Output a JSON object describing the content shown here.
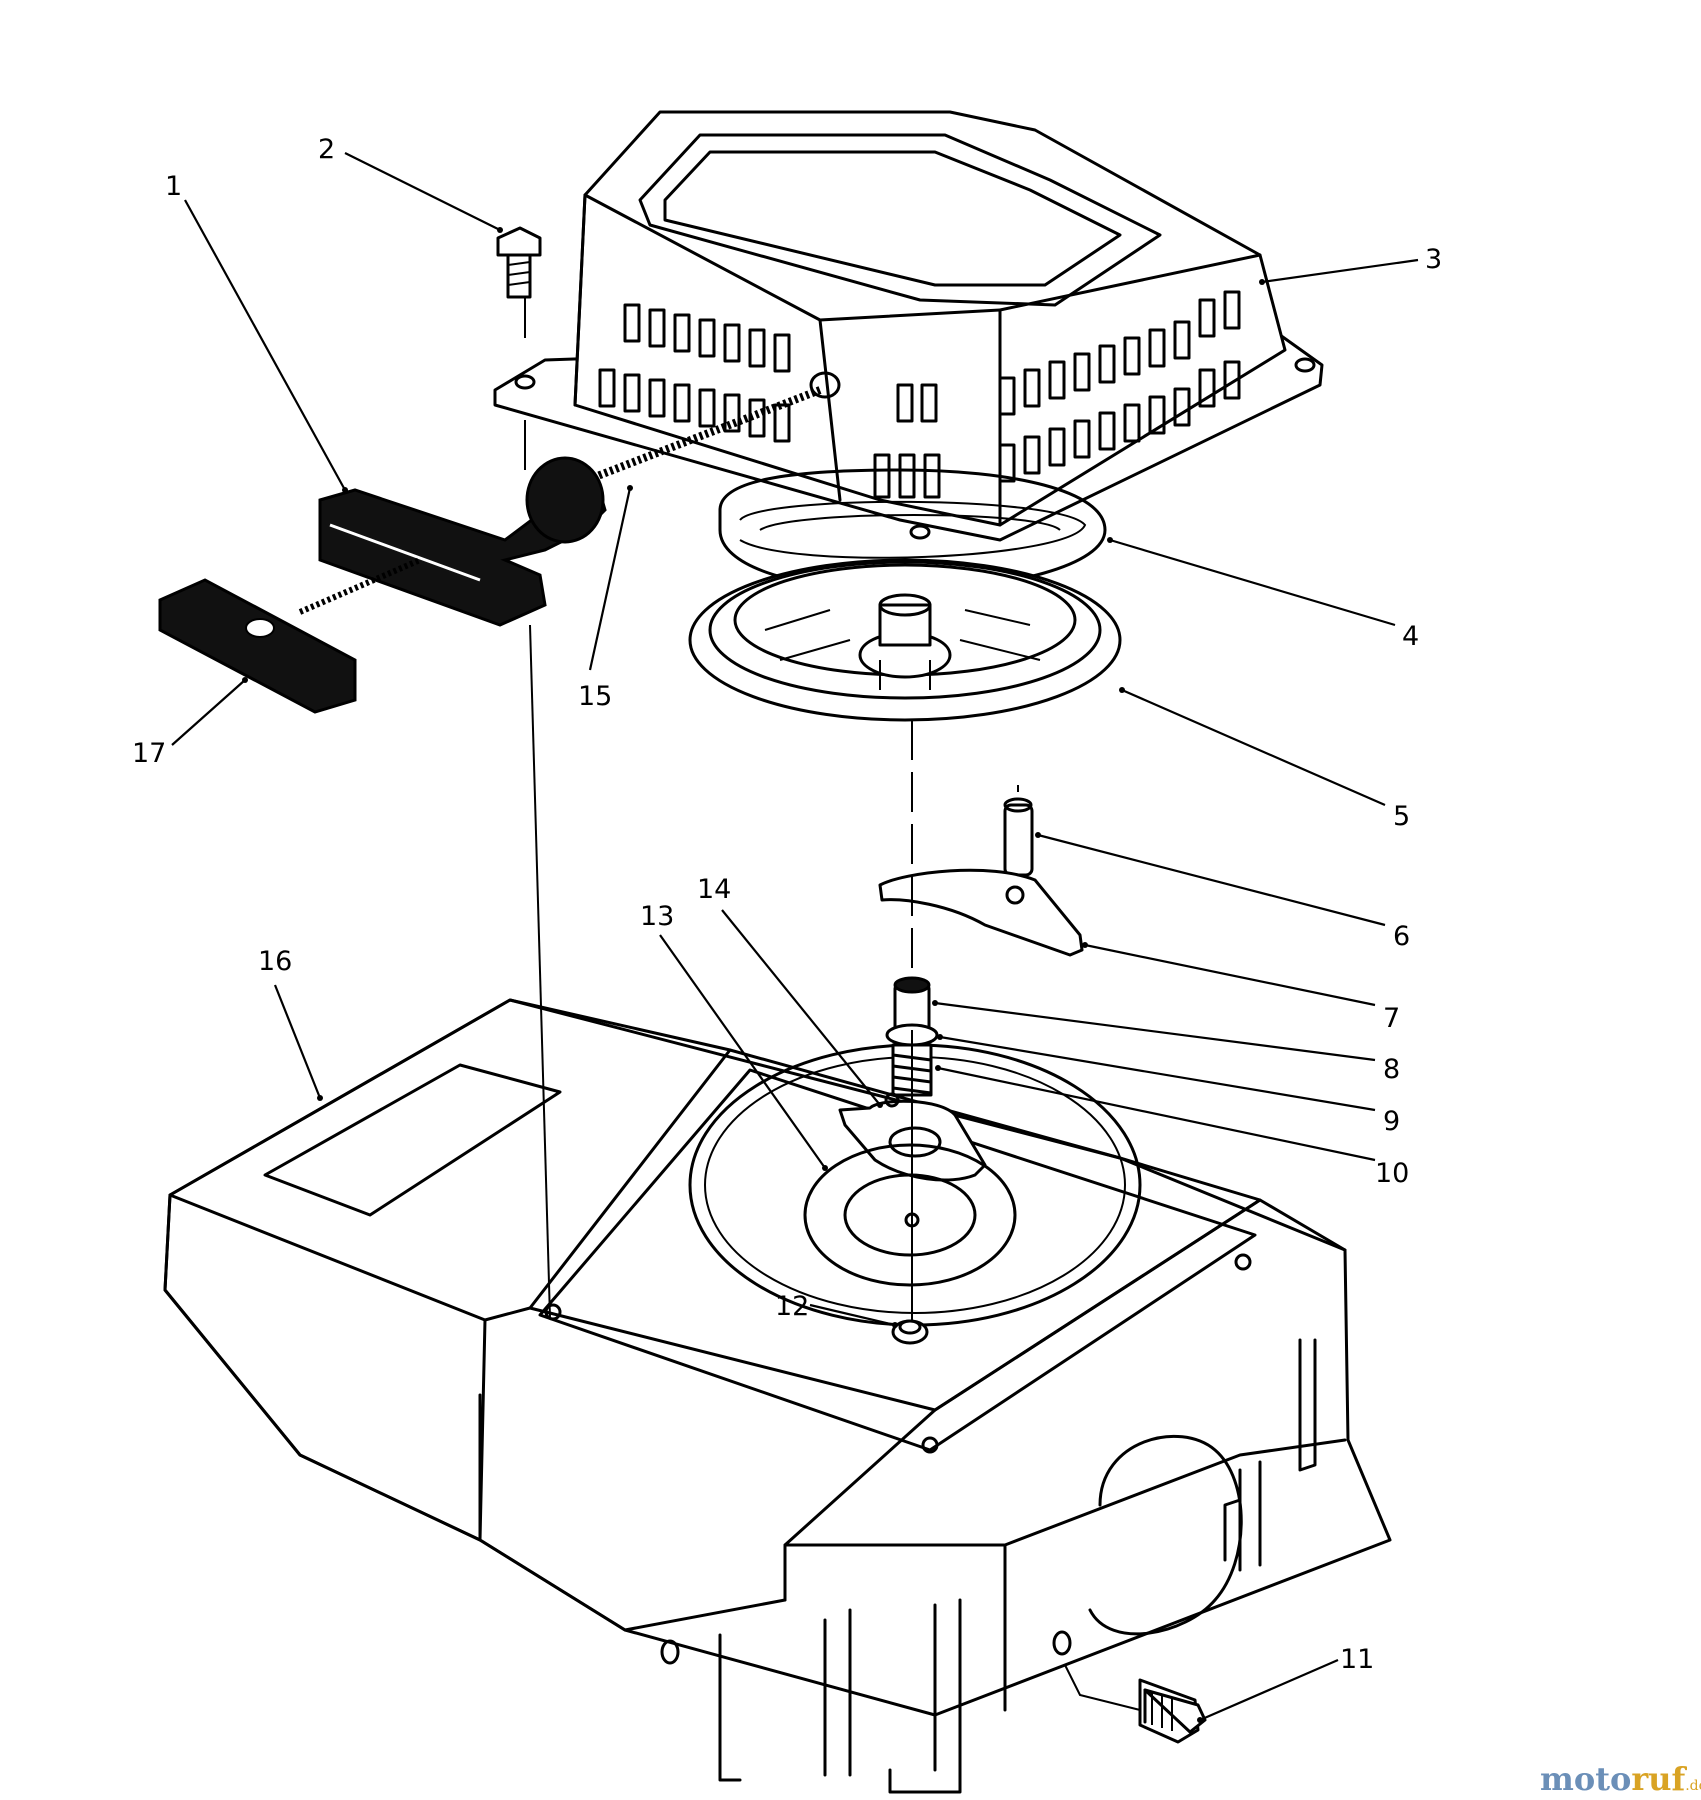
{
  "diagram": {
    "callouts": [
      "1",
      "2",
      "3",
      "4",
      "5",
      "6",
      "7",
      "8",
      "9",
      "10",
      "11",
      "12",
      "13",
      "14",
      "15",
      "16",
      "17"
    ]
  },
  "watermark": {
    "part1": "moto",
    "part2": "ruf",
    "suffix": ".de",
    "colors": {
      "blue": "#6b8fb8",
      "gold": "#d9a324"
    }
  }
}
